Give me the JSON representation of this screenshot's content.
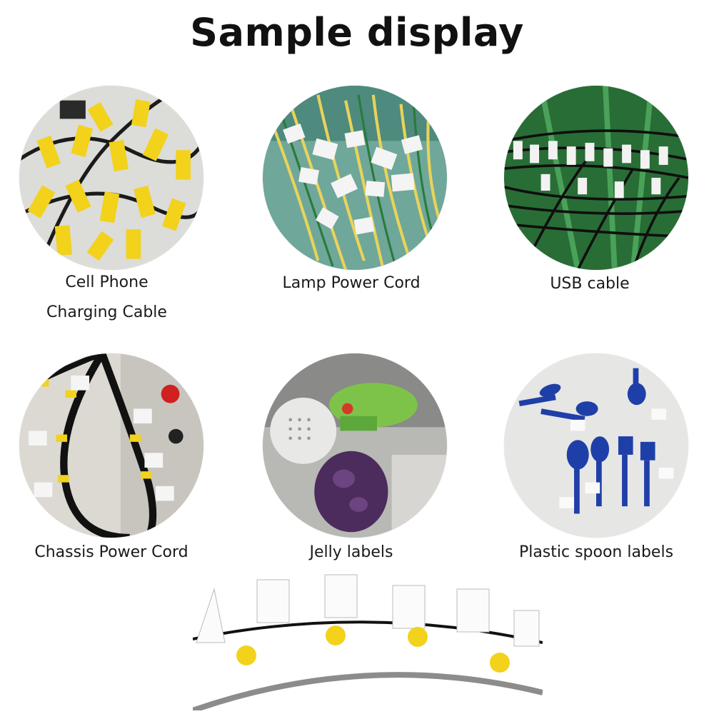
{
  "title": "Sample display",
  "samples": [
    {
      "lines": [
        "Cell Phone",
        "Charging Cable"
      ],
      "image": "cable-yellow-labels-photo"
    },
    {
      "lines": [
        "Lamp Power Cord"
      ],
      "image": "lamp-cord-white-flags-photo"
    },
    {
      "lines": [
        "USB cable"
      ],
      "image": "usb-cable-black-green-photo"
    },
    {
      "lines": [
        "Chassis Power Cord"
      ],
      "image": "chassis-cord-photo"
    },
    {
      "lines": [
        "Jelly labels"
      ],
      "image": "jelly-label-photo"
    },
    {
      "lines": [
        "Plastic spoon labels"
      ],
      "image": "blue-spoon-photo"
    }
  ],
  "colors": {
    "label_yellow": "#f2d21b",
    "spoon_blue": "#1f3fa8",
    "cord_black": "#121212"
  }
}
